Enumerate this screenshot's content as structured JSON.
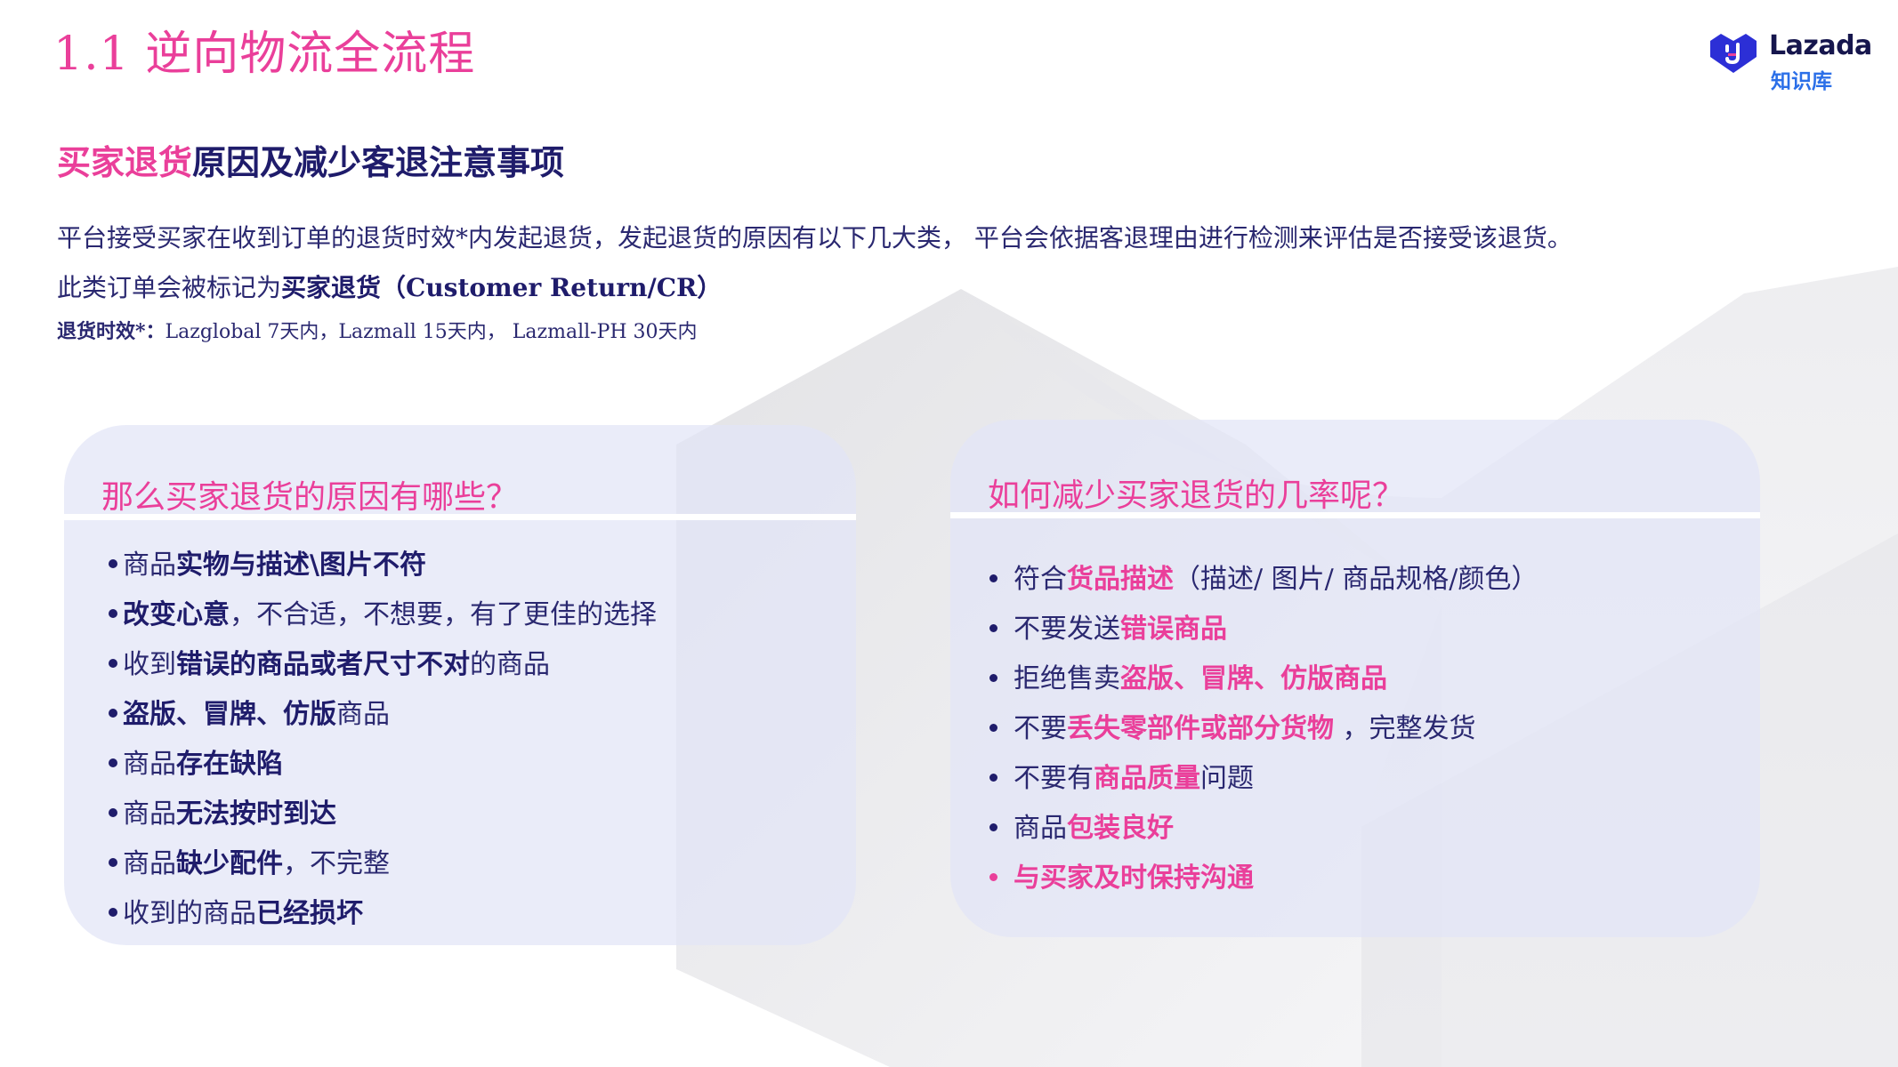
{
  "slide": {
    "title": "1.1 逆向物流全流程",
    "subtitle_highlight": "买家退货",
    "subtitle_rest": "原因及减少客退注意事项"
  },
  "logo": {
    "brand": "Lazada",
    "sub": "知识库",
    "mark_color": "#2c2fd6",
    "sub_color": "#2b6fe8"
  },
  "intro": {
    "line1": "平台接受买家在收到订单的退货时效*内发起退货，发起退货的原因有以下几大类，  平台会依据客退理由进行检测来评估是否接受该退货。",
    "line2_prefix": "此类订单会被标记为",
    "line2_bold": "买家退货",
    "line2_suffix": "（Customer Return/CR）",
    "note_label": "退货时效*：",
    "note_text": "Lazglobal 7天内，Lazmall 15天内， Lazmall-PH 30天内"
  },
  "left_card": {
    "title": "那么买家退货的原因有哪些？",
    "items": [
      {
        "pre": "商品",
        "bold": "实物与描述\\图片不符",
        "post": ""
      },
      {
        "pre": "",
        "bold": "改变心意",
        "post": "，不合适，不想要，有了更佳的选择"
      },
      {
        "pre": "收到",
        "bold": "错误的商品或者尺寸不对",
        "post": "的商品"
      },
      {
        "pre": "",
        "bold": "盗版、冒牌、仿版",
        "post": "商品"
      },
      {
        "pre": "商品",
        "bold": "存在缺陷",
        "post": ""
      },
      {
        "pre": "商品",
        "bold": "无法按时到达",
        "post": ""
      },
      {
        "pre": "商品",
        "bold": "缺少配件",
        "post": "，不完整"
      },
      {
        "pre": "收到的商品",
        "bold": "已经损坏",
        "post": ""
      }
    ]
  },
  "right_card": {
    "title": "如何减少买家退货的几率呢？",
    "items": [
      {
        "pre": "符合",
        "pink": "货品描述",
        "post": "（描述/ 图片/ 商品规格/颜色）"
      },
      {
        "pre": "不要发送",
        "pink": "错误商品",
        "post": ""
      },
      {
        "pre": "拒绝售卖",
        "pink": "盗版、冒牌、仿版商品",
        "post": ""
      },
      {
        "pre": "不要",
        "pink": "丢失零部件或部分货物",
        "post": " ，完整发货"
      },
      {
        "pre": "不要有",
        "pink": "商品质量",
        "post": "问题"
      },
      {
        "pre": "商品",
        "pink": "包装良好",
        "post": ""
      },
      {
        "pre": "",
        "pink": "与买家及时保持沟通",
        "post": ""
      }
    ]
  },
  "colors": {
    "accent_pink": "#ea3f9a",
    "text_navy": "#1f1c6b",
    "card_bg": "#e2e5f6"
  }
}
